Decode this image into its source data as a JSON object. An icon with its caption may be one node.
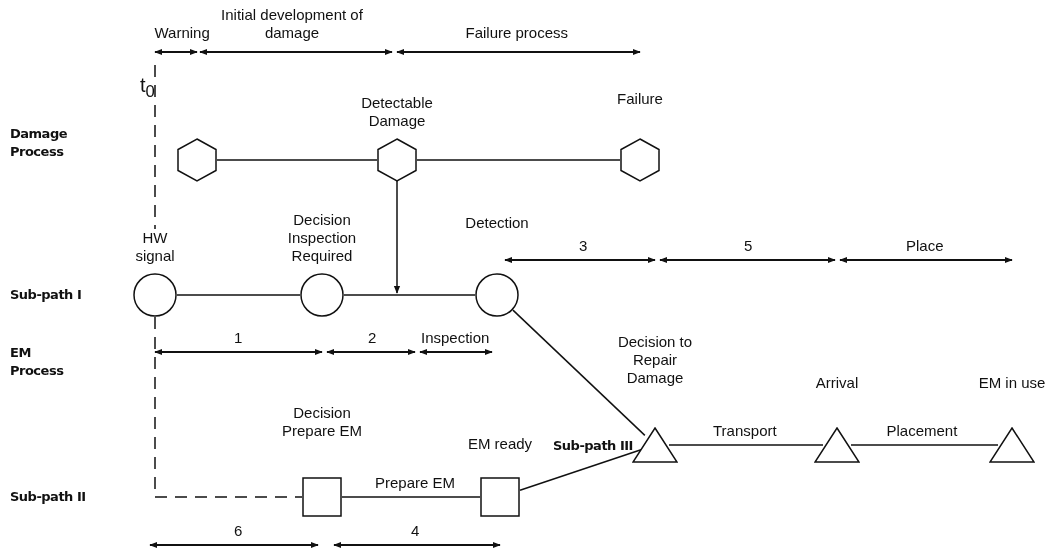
{
  "diagram": {
    "nodes": [
      {
        "text": [],
        "shape": "hexagon"
      },
      {
        "text": [
          "Detectable Damage"
        ]
      },
      {
        "text": [
          "Failure"
        ]
      },
      {
        "text": [
          "HW signal"
        ]
      },
      {
        "text": [
          "Decision Inspection Required"
        ]
      },
      {
        "text": [
          "Detection"
        ]
      },
      {
        "text": [
          "Decision to Repair Damage"
        ]
      },
      {
        "text": [
          "Arrival"
        ]
      },
      {
        "text": [
          "EM in use"
        ]
      },
      {
        "text": [
          "Decision Prepare EM"
        ]
      },
      {
        "text": [
          "EM ready"
        ]
      }
    ],
    "edges": [
      {
        "from": 0,
        "to": 1,
        "arrow": "none"
      },
      {
        "from": 1,
        "to": 2,
        "arrow": "none"
      },
      {
        "from": 1,
        "to": null,
        "arrow": "to"
      },
      {
        "from": null,
        "to": 3,
        "arrow": "none",
        "style": "dashed"
      },
      {
        "from": 3,
        "to": 4,
        "arrow": "none"
      },
      {
        "from": 4,
        "to": 5,
        "arrow": "none"
      },
      {
        "from": 5,
        "to": 6,
        "arrow": "none"
      },
      {
        "from": 6,
        "to": 7,
        "arrow": "none",
        "label": "Transport"
      },
      {
        "from": 7,
        "to": 8,
        "arrow": "none",
        "label": "Placement"
      },
      {
        "from": 9,
        "to": 10,
        "arrow": "none",
        "label": "Prepare EM"
      },
      {
        "from": 10,
        "to": 6,
        "arrow": "none"
      },
      {
        "from": 3,
        "to": 9,
        "arrow": "none",
        "style": "dashed"
      }
    ],
    "labels": [
      "Warning",
      "Initial development of damage",
      "Failure process",
      "t$_{0}$",
      "Damage Process",
      "Sub-path I",
      "EM Process",
      "Sub-path II",
      "Sub-path III",
      "3",
      "5",
      "Place",
      "1",
      "2",
      "Inspection",
      "6",
      "4"
    ]
  }
}
